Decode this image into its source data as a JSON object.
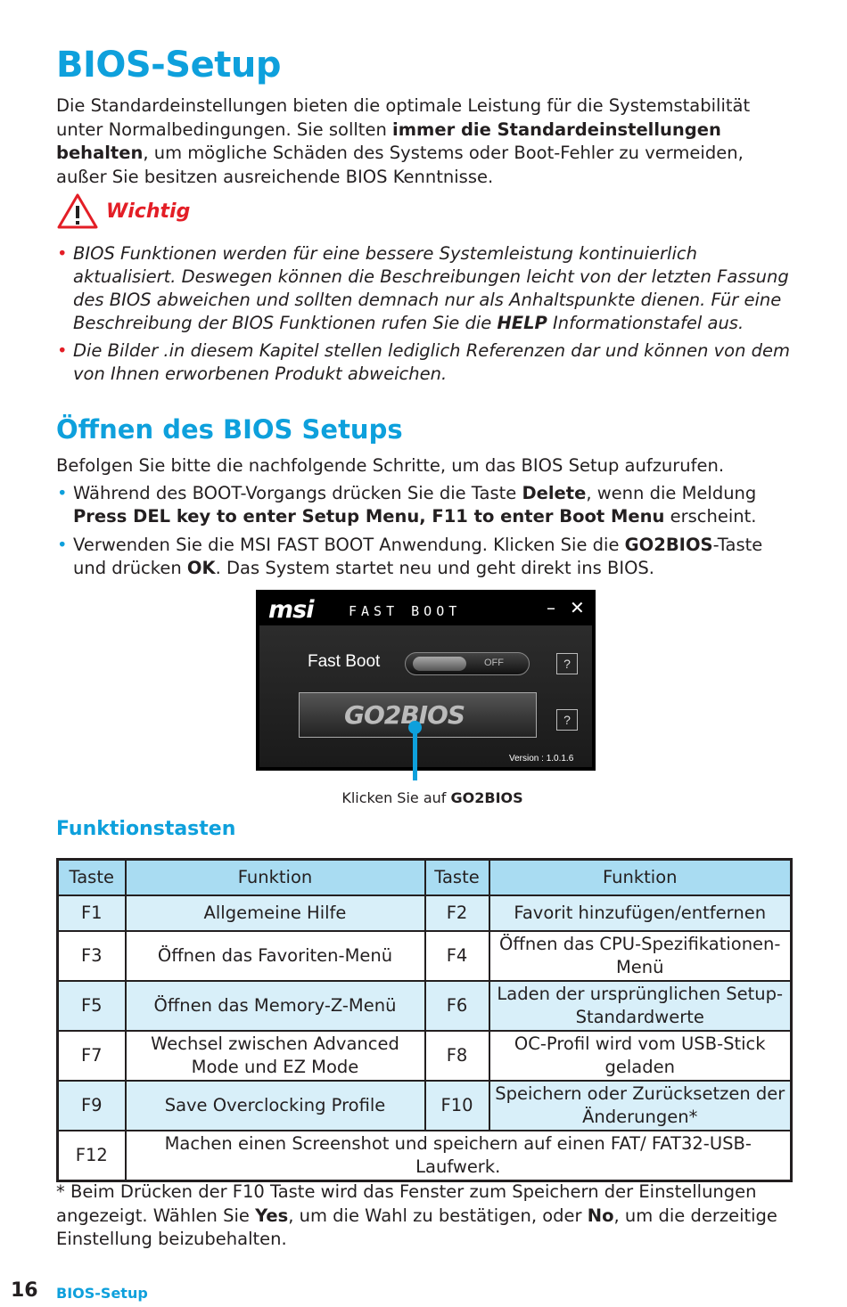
{
  "title": "BIOS-Setup",
  "intro": {
    "before": "Die Standardeinstellungen bieten die optimale Leistung für die Systemstabilität unter Normalbedingungen. Sie sollten ",
    "bold": "immer die Standardeinstellungen behalten",
    "after": ", um mögliche Schäden des Systems oder Boot-Fehler zu vermeiden, außer Sie besitzen ausreichende BIOS Kenntnisse."
  },
  "important": {
    "label": "Wichtig",
    "items": [
      {
        "before": "BIOS Funktionen werden für eine bessere Systemleistung kontinuierlich aktualisiert. Deswegen können die Beschreibungen leicht von der letzten Fassung des BIOS abweichen und sollten demnach nur als Anhaltspunkte dienen. Für eine Beschreibung der BIOS Funktionen rufen Sie die ",
        "bold": "HELP",
        "after": " Informationstafel aus."
      },
      {
        "text": "Die Bilder .in diesem Kapitel stellen lediglich Referenzen dar und können von dem von Ihnen erworbenen Produkt abweichen."
      }
    ]
  },
  "open_section": {
    "heading": "Öffnen des BIOS Setups",
    "intro": "Befolgen Sie bitte die nachfolgende Schritte, um das BIOS Setup aufzurufen.",
    "steps": [
      {
        "a": "Während des BOOT-Vorgangs drücken Sie die Taste ",
        "b1": "Delete",
        "c": ", wenn die Meldung ",
        "b2": "Press DEL key to enter Setup Menu, F11 to enter Boot Menu",
        "d": " erscheint."
      },
      {
        "a": "Verwenden Sie die MSI FAST BOOT Anwendung. Klicken Sie die ",
        "b1": "GO2BIOS",
        "c": "-Taste und drücken ",
        "b2": "OK",
        "d": ". Das System startet neu und geht direkt ins BIOS."
      }
    ]
  },
  "fastboot": {
    "logo": "msi",
    "app_name": "FAST BOOT",
    "minimize": "–",
    "close": "✕",
    "label": "Fast Boot",
    "toggle_state": "OFF",
    "help": "?",
    "go2bios": "GO2BIOS",
    "version": "Version : 1.0.1.6"
  },
  "caption": {
    "before": "Klicken Sie auf ",
    "bold": "GO2BIOS"
  },
  "keys_heading": "Funktionstasten",
  "table": {
    "headers": [
      "Taste",
      "Funktion",
      "Taste",
      "Funktion"
    ],
    "rows": [
      [
        "F1",
        "Allgemeine Hilfe",
        "F2",
        "Favorit hinzufügen/entfernen"
      ],
      [
        "F3",
        "Öffnen das Favoriten-Menü",
        "F4",
        "Öffnen das CPU-Spezifikationen-Menü"
      ],
      [
        "F5",
        "Öffnen das Memory-Z-Menü",
        "F6",
        "Laden der ursprünglichen Setup-Standardwerte"
      ],
      [
        "F7",
        "Wechsel zwischen Advanced Mode und EZ Mode",
        "F8",
        "OC-Profil wird vom USB-Stick geladen"
      ],
      [
        "F9",
        "Save Overclocking Profile",
        "F10",
        "Speichern oder Zurücksetzen der Änderungen*"
      ]
    ],
    "last_row": {
      "key": "F12",
      "text": "Machen einen Screenshot und speichern auf einen FAT/ FAT32-USB-Laufwerk."
    }
  },
  "footnote": {
    "a": "* Beim Drücken der F10 Taste wird das Fenster zum Speichern der Einstellungen angezeigt. Wählen Sie ",
    "b1": "Yes",
    "c": ", um die Wahl zu bestätigen, oder ",
    "b2": "No",
    "d": ", um die derzeitige Einstellung beizubehalten."
  },
  "footer": {
    "page": "16",
    "section": "BIOS-Setup"
  },
  "colors": {
    "accent": "#0ea0dc",
    "warning": "#e31e26",
    "table_header": "#a9dcf2",
    "table_alt": "#d8eff9"
  }
}
